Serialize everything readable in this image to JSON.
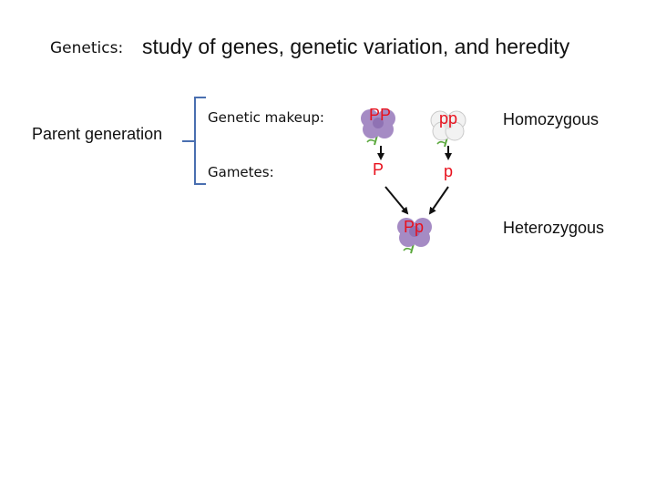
{
  "title": {
    "prefix": "Genetics:",
    "text": "study of genes, genetic variation, and heredity"
  },
  "parent_generation_label": "Parent generation",
  "rows": {
    "genetic_makeup_label": "Genetic makeup:",
    "gametes_label": "Gametes:"
  },
  "genotypes": {
    "parent_purple": "PP",
    "parent_white": "pp",
    "gamete_purple": "P",
    "gamete_white": "p",
    "offspring": "Pp"
  },
  "terms": {
    "homozygous": "Homozygous",
    "heterozygous": "Heterozygous"
  },
  "icons": {
    "purple_flower": "purple-flower-icon",
    "white_flower": "white-flower-icon"
  },
  "colors": {
    "genotype_text": "#e8111d",
    "bracket": "#4a6fb0",
    "purple_petal": "#a58bc4",
    "white_petal": "#f2f2f2",
    "stem": "#5aa83c"
  }
}
